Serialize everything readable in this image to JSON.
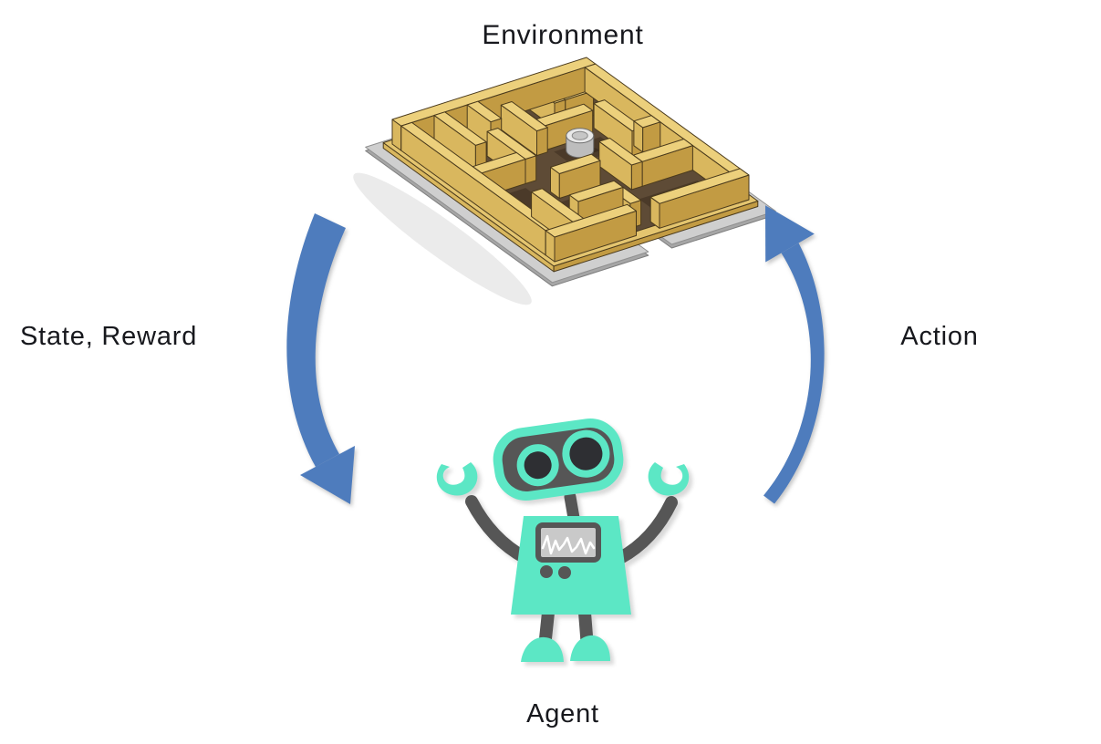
{
  "diagram": {
    "type": "reinforcement-learning-loop",
    "environment": {
      "label": "Environment"
    },
    "agent": {
      "label": "Agent"
    },
    "arrows": {
      "state_reward": {
        "label": "State, Reward"
      },
      "action": {
        "label": "Action"
      }
    },
    "colors": {
      "background": "#ffffff",
      "arrow_blue": "#4e7cbd",
      "robot_teal": "#5ce7c5",
      "robot_gray": "#565656",
      "robot_pupil": "#2e2f33",
      "screen_gray": "#c9c9c9",
      "maze_wood_top": "#ecd07c",
      "maze_wood_mid": "#d9b75e",
      "maze_wood_dark": "#c29b43",
      "maze_outline": "#4a3a1c",
      "maze_floor": "#5e4b36",
      "base_gray": "#cfcfcf",
      "text_color": "#17181d"
    }
  }
}
